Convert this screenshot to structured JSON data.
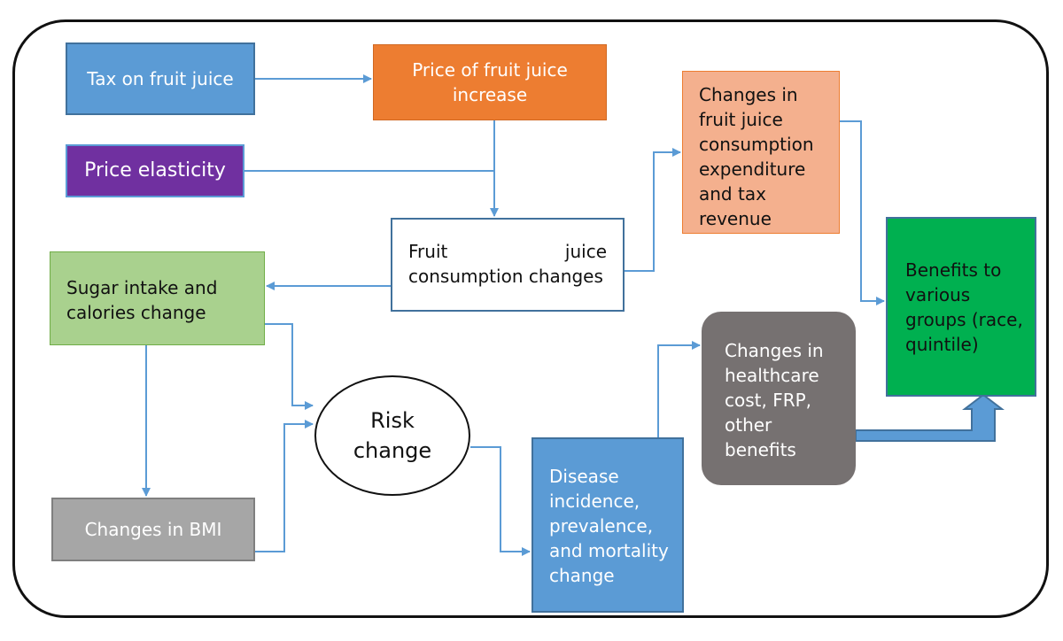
{
  "nodes": {
    "tax": "Tax on fruit juice",
    "price_line1": "Price of fruit juice",
    "price_line2": "increase",
    "elasticity": "Price elasticity",
    "fruit_line1_a": "Fruit",
    "fruit_line1_b": "juice",
    "fruit_line2": "consumption changes",
    "expenditure_lines": [
      "Changes in",
      "fruit juice",
      "consumption",
      "expenditure",
      "and tax",
      "revenue"
    ],
    "sugar_line1": "Sugar intake and",
    "sugar_line2": "calories change",
    "bmi": "Changes in BMI",
    "risk_line1": "Risk",
    "risk_line2": "change",
    "disease_lines": [
      "Disease",
      "incidence,",
      "prevalence,",
      "and mortality",
      "change"
    ],
    "health_lines": [
      "Changes in",
      "healthcare",
      "cost, FRP,",
      "other",
      "benefits"
    ],
    "benefits_lines": [
      "Benefits to",
      "various",
      "groups (race,",
      "quintile)"
    ]
  },
  "colors": {
    "connector": "#5b9bd5",
    "tax": "#5b9bd5",
    "price": "#ed7d31",
    "elasticity": "#7030a0",
    "expenditure": "#f4b08e",
    "sugar": "#a9d18e",
    "bmi": "#a6a6a6",
    "disease": "#5b9bd5",
    "health": "#767171",
    "benefits": "#00b050"
  }
}
